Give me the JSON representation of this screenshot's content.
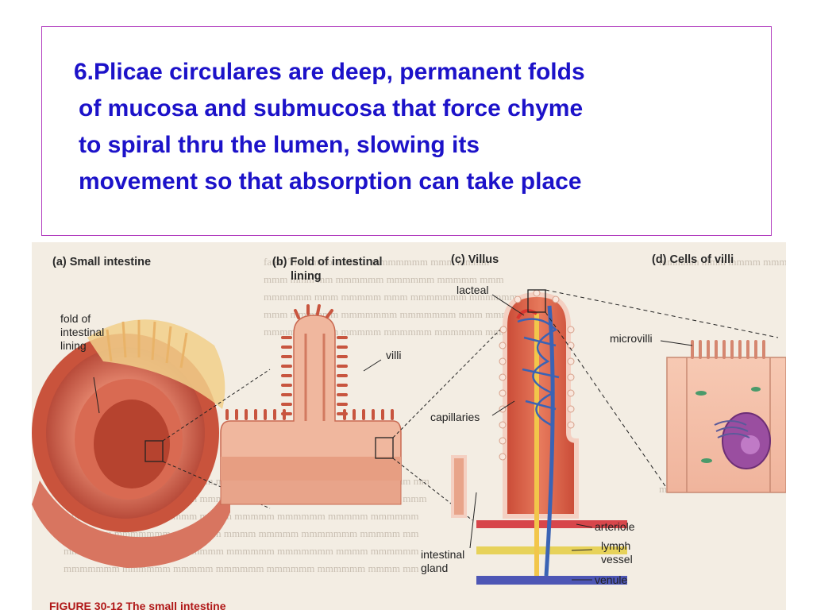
{
  "slide": {
    "title_lines": [
      "6.Plicae circulares are deep, permanent folds",
      "of mucosa and submucosa that force chyme",
      "to spiral thru the lumen, slowing its",
      "movement so that absorption can take place"
    ]
  },
  "figure": {
    "panel_a": {
      "header": "(a) Small intestine",
      "label_line1": "fold of",
      "label_line2": "intestinal",
      "label_line3": "lining"
    },
    "panel_b": {
      "header_line1": "(b) Fold of intestinal",
      "header_line2": "lining",
      "villi_label": "villi"
    },
    "panel_c": {
      "header": "(c) Villus",
      "lacteal_label": "lacteal",
      "capillaries_label": "capillaries",
      "arteriole_label": "arteriole",
      "lymph_label_line1": "lymph",
      "lymph_label_line2": "vessel",
      "venule_label": "venule",
      "gland_label_line1": "intestinal",
      "gland_label_line2": "gland"
    },
    "panel_d": {
      "header": "(d) Cells of villi",
      "microvilli_label": "microvilli"
    },
    "caption": "FIGURE 30-12  The small intestine"
  },
  "colors": {
    "title_text": "#1c12c9",
    "box_border": "#b23fbf",
    "tissue": "#d9624a",
    "lacteal": "#f2c64a",
    "capillary": "#3a63b5"
  }
}
